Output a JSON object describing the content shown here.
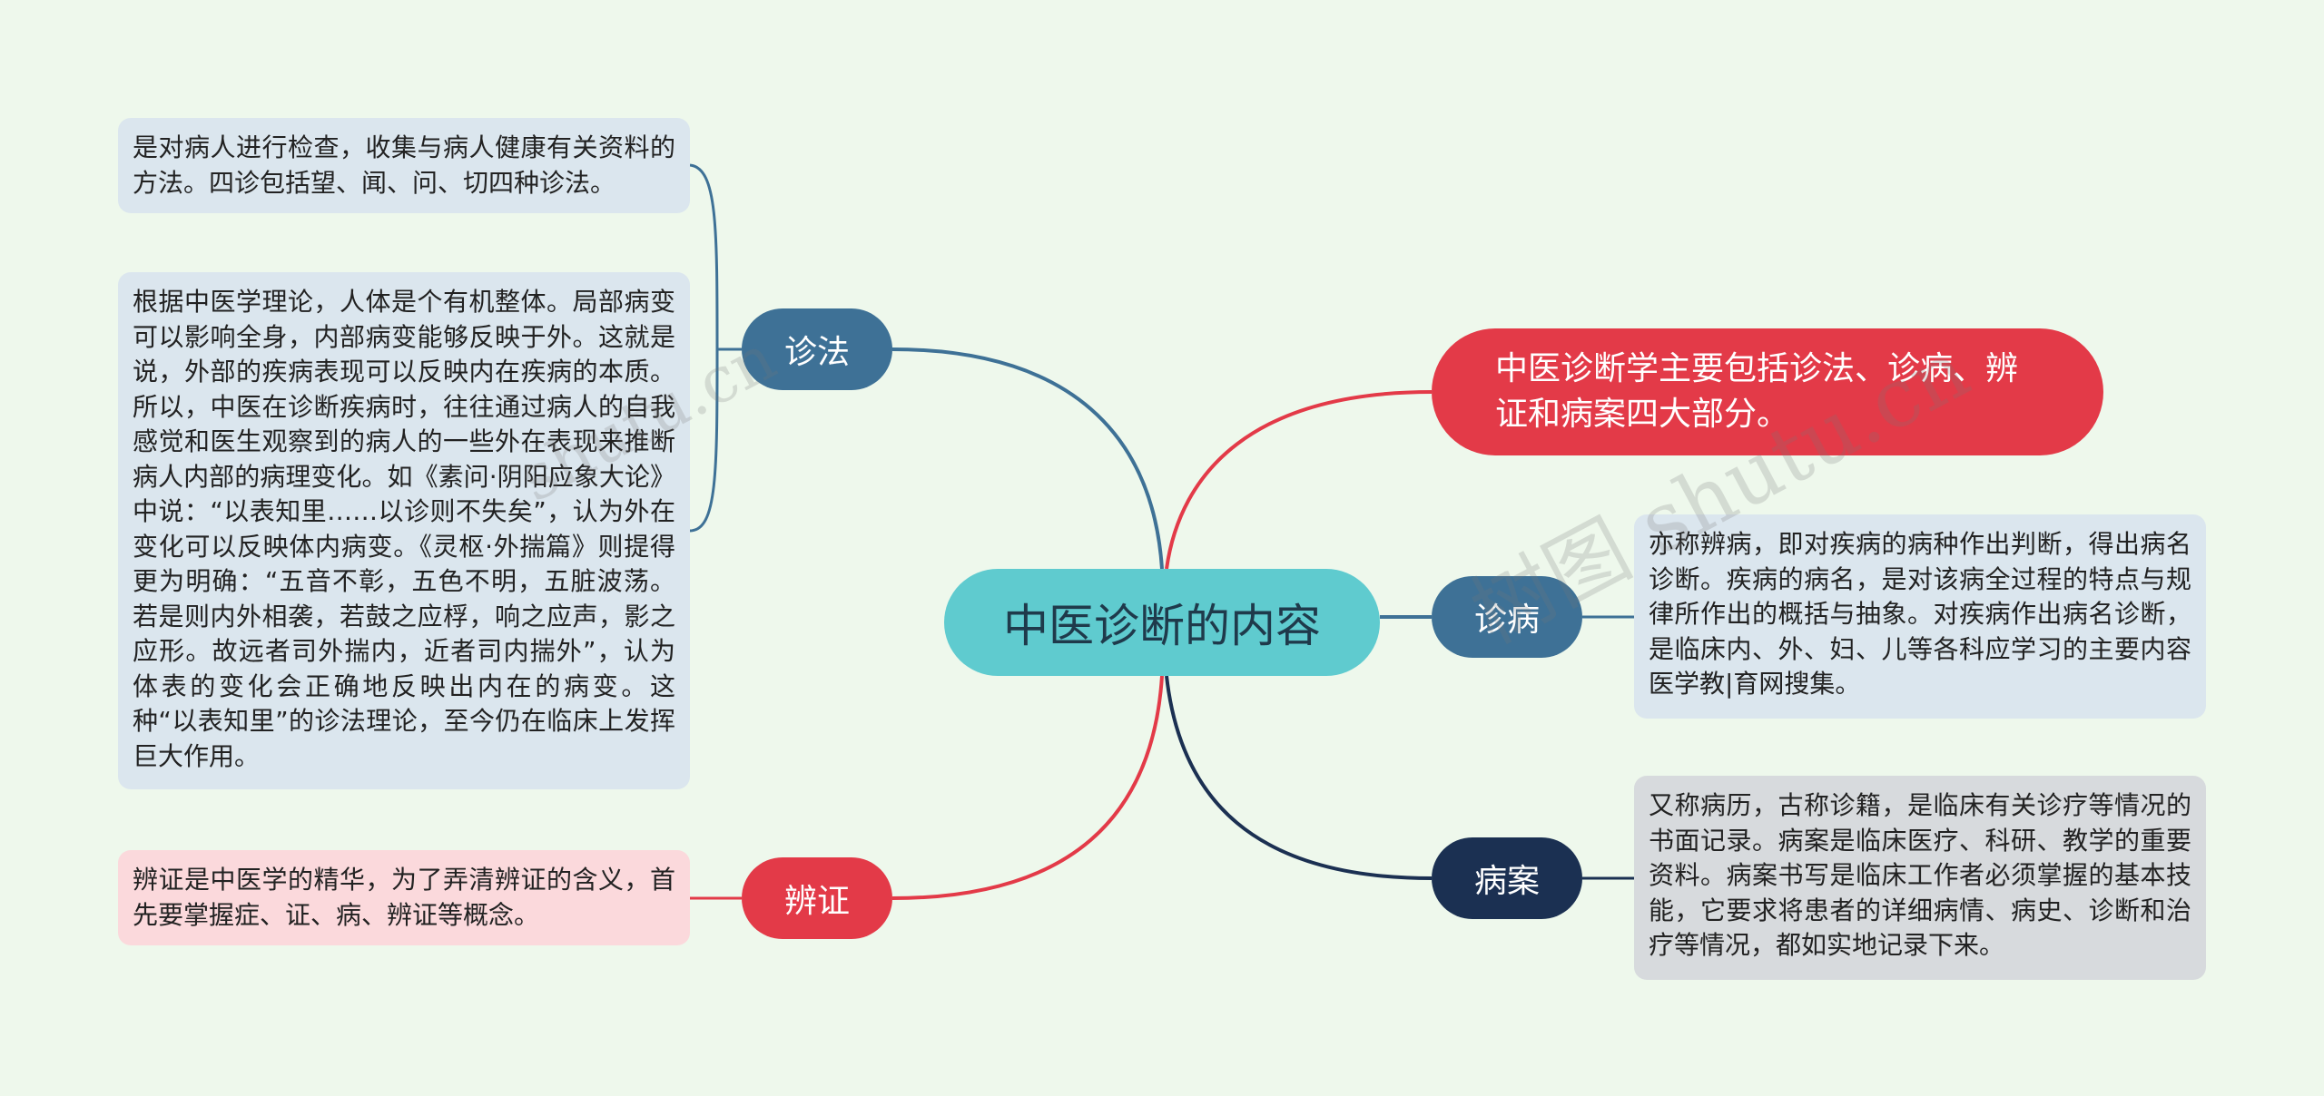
{
  "root": {
    "label": "中医诊断的内容"
  },
  "branches": {
    "zhenfa": {
      "label": "诊法",
      "details": [
        "是对病人进行检查，收集与病人健康有关资料的方法。四诊包括望、闻、问、切四种诊法。",
        "根据中医学理论，人体是个有机整体。局部病变可以影响全身，内部病变能够反映于外。这就是说，外部的疾病表现可以反映内在疾病的本质。所以，中医在诊断疾病时，往往通过病人的自我感觉和医生观察到的病人的一些外在表现来推断病人内部的病理变化。如《素问·阴阳应象大论》中说：“以表知里……以诊则不失矣”，认为外在变化可以反映体内病变。《灵枢·外揣篇》则提得更为明确：“五音不彰，五色不明，五脏波荡。若是则内外相袭，若鼓之应桴，响之应声，影之应形。故远者司外揣内，近者司内揣外”，认为体表的变化会正确地反映出内在的病变。这种“以表知里”的诊法理论，至今仍在临床上发挥巨大作用。"
      ]
    },
    "bianzheng": {
      "label": "辨证",
      "detail": "辨证是中医学的精华，为了弄清辨证的含义，首先要掌握症、证、病、辨证等概念。"
    },
    "summary": {
      "label": "中医诊断学主要包括诊法、诊病、辨证和病案四大部分。"
    },
    "zhenbing": {
      "label": "诊病",
      "detail": "亦称辨病，即对疾病的病种作出判断，得出病名诊断。疾病的病名，是对该病全过程的特点与规律所作出的概括与抽象。对疾病作出病名诊断，是临床内、外、妇、儿等各科应学习的主要内容医学教|育网搜集。"
    },
    "bingan": {
      "label": "病案",
      "detail": "又称病历，古称诊籍，是临床有关诊疗等情况的书面记录。病案是临床医疗、科研、教学的重要资料。病案书写是临床工作者必须掌握的基本技能，它要求将患者的详细病情、病史、诊断和治疗等情况，都如实地记录下来。"
    }
  },
  "watermarks": [
    "树图 shutu.cn",
    "shutu.cn"
  ],
  "colors": {
    "background": "#eef8ec",
    "root": "#5fcbcf",
    "branch_blue": "#3e7196",
    "branch_red": "#e33a48",
    "branch_navy": "#1b3052",
    "leaf_blue": "#dbe6ee",
    "leaf_pink": "#fbd9dc",
    "leaf_gray": "#d7dadd"
  }
}
